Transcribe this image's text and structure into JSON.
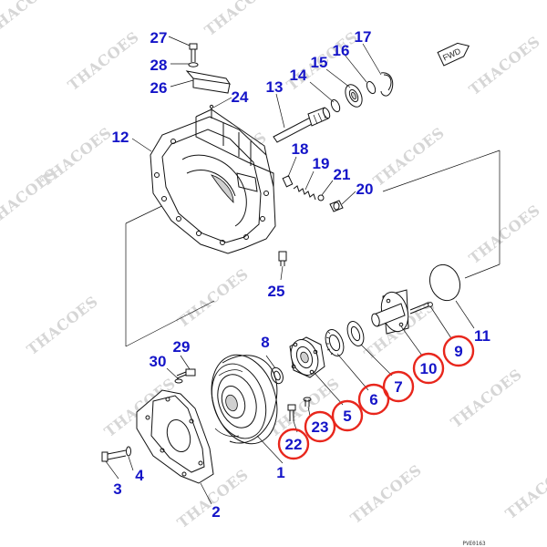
{
  "diagram": {
    "labels": [
      "1",
      "2",
      "3",
      "4",
      "5",
      "6",
      "7",
      "8",
      "9",
      "10",
      "11",
      "12",
      "13",
      "14",
      "15",
      "16",
      "17",
      "18",
      "19",
      "20",
      "21",
      "22",
      "23",
      "24",
      "25",
      "26",
      "27",
      "28",
      "29",
      "30"
    ],
    "highlighted": [
      "5",
      "6",
      "7",
      "9",
      "10",
      "22",
      "23"
    ],
    "label_color": "#1414c8",
    "highlight_color": "#e8261c",
    "direction_tag": "FWD",
    "reference_code": "PVE0163",
    "watermark": "THACOES"
  }
}
